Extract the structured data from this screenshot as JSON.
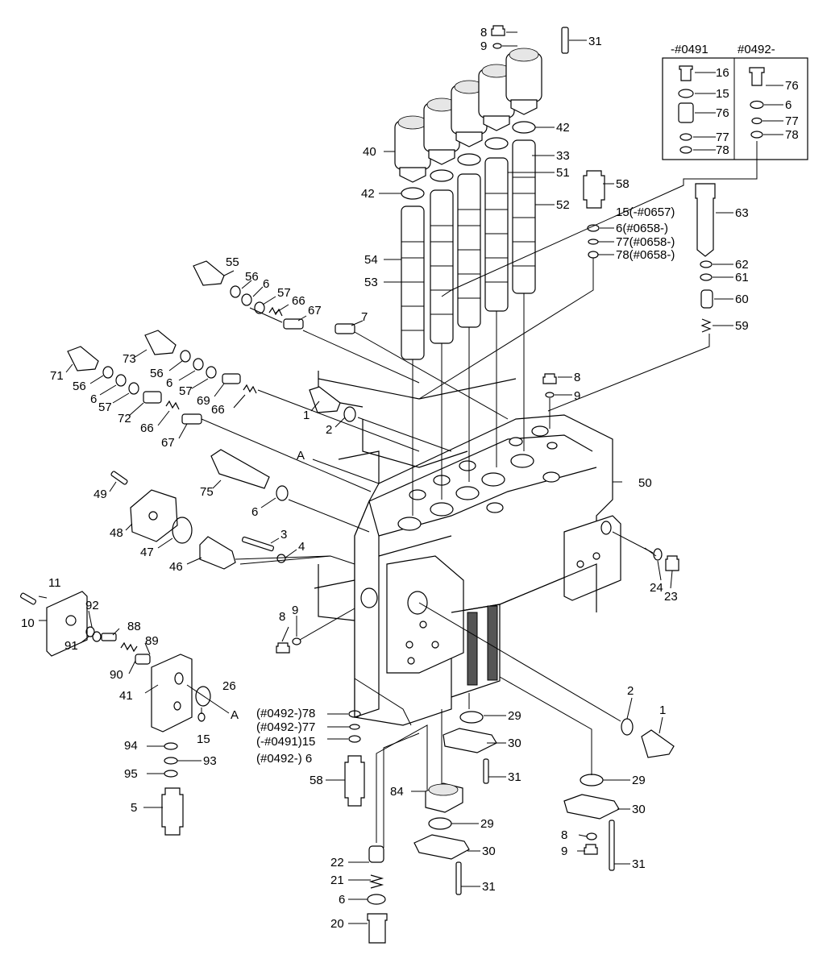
{
  "legend": {
    "col_left_header": "-#0491",
    "col_right_header": "#0492-",
    "left_items": [
      "16",
      "15",
      "76",
      "77",
      "78"
    ],
    "right_items": [
      "76",
      "6",
      "77",
      "78"
    ]
  },
  "callouts": [
    {
      "id": "c8a",
      "text": "8"
    },
    {
      "id": "c9a",
      "text": "9"
    },
    {
      "id": "c31a",
      "text": "31"
    },
    {
      "id": "c42a",
      "text": "42"
    },
    {
      "id": "c40",
      "text": "40"
    },
    {
      "id": "c33",
      "text": "33"
    },
    {
      "id": "c42b",
      "text": "42"
    },
    {
      "id": "c51",
      "text": "51"
    },
    {
      "id": "c52",
      "text": "52"
    },
    {
      "id": "c58a",
      "text": "58"
    },
    {
      "id": "c15a",
      "text": "15(-#0657)"
    },
    {
      "id": "c6a",
      "text": "6(#0658-)"
    },
    {
      "id": "c77a",
      "text": "77(#0658-)"
    },
    {
      "id": "c78a",
      "text": "78(#0658-)"
    },
    {
      "id": "c63",
      "text": "63"
    },
    {
      "id": "c62",
      "text": "62"
    },
    {
      "id": "c61",
      "text": "61"
    },
    {
      "id": "c60",
      "text": "60"
    },
    {
      "id": "c59",
      "text": "59"
    },
    {
      "id": "c54",
      "text": "54"
    },
    {
      "id": "c53",
      "text": "53"
    },
    {
      "id": "c55",
      "text": "55"
    },
    {
      "id": "c56a",
      "text": "56"
    },
    {
      "id": "c6b",
      "text": "6"
    },
    {
      "id": "c57a",
      "text": "57"
    },
    {
      "id": "c66a",
      "text": "66"
    },
    {
      "id": "c67a",
      "text": "67"
    },
    {
      "id": "c7",
      "text": "7"
    },
    {
      "id": "c73",
      "text": "73"
    },
    {
      "id": "c56b",
      "text": "56"
    },
    {
      "id": "c6c",
      "text": "6"
    },
    {
      "id": "c57b",
      "text": "57"
    },
    {
      "id": "c69",
      "text": "69"
    },
    {
      "id": "c66b",
      "text": "66"
    },
    {
      "id": "c71",
      "text": "71"
    },
    {
      "id": "c56c",
      "text": "56"
    },
    {
      "id": "c6d",
      "text": "6"
    },
    {
      "id": "c57c",
      "text": "57"
    },
    {
      "id": "c72",
      "text": "72"
    },
    {
      "id": "c66c",
      "text": "66"
    },
    {
      "id": "c67b",
      "text": "67"
    },
    {
      "id": "c1a",
      "text": "1"
    },
    {
      "id": "c2a",
      "text": "2"
    },
    {
      "id": "c8b",
      "text": "8"
    },
    {
      "id": "c9b",
      "text": "9"
    },
    {
      "id": "cA1",
      "text": "A"
    },
    {
      "id": "c50",
      "text": "50"
    },
    {
      "id": "c49",
      "text": "49"
    },
    {
      "id": "c75",
      "text": "75"
    },
    {
      "id": "c6e",
      "text": "6"
    },
    {
      "id": "c48",
      "text": "48"
    },
    {
      "id": "c47",
      "text": "47"
    },
    {
      "id": "c3",
      "text": "3"
    },
    {
      "id": "c4",
      "text": "4"
    },
    {
      "id": "c46",
      "text": "46"
    },
    {
      "id": "c24",
      "text": "24"
    },
    {
      "id": "c23",
      "text": "23"
    },
    {
      "id": "c11",
      "text": "11"
    },
    {
      "id": "c92",
      "text": "92"
    },
    {
      "id": "c10",
      "text": "10"
    },
    {
      "id": "c91",
      "text": "91"
    },
    {
      "id": "c88",
      "text": "88"
    },
    {
      "id": "c8c",
      "text": "8"
    },
    {
      "id": "c9c",
      "text": "9"
    },
    {
      "id": "c89",
      "text": "89"
    },
    {
      "id": "c90",
      "text": "90"
    },
    {
      "id": "c41",
      "text": "41"
    },
    {
      "id": "c26",
      "text": "26"
    },
    {
      "id": "cA2",
      "text": "A"
    },
    {
      "id": "c15b",
      "text": "15"
    },
    {
      "id": "c94",
      "text": "94"
    },
    {
      "id": "c93",
      "text": "93"
    },
    {
      "id": "c95",
      "text": "95"
    },
    {
      "id": "c5",
      "text": "5"
    },
    {
      "id": "c78b",
      "text": "(#0492-)78"
    },
    {
      "id": "c77b",
      "text": "(#0492-)77"
    },
    {
      "id": "c15c",
      "text": "(-#0491)15"
    },
    {
      "id": "c6f",
      "text": "(#0492-)  6"
    },
    {
      "id": "c2b",
      "text": "2"
    },
    {
      "id": "c1b",
      "text": "1"
    },
    {
      "id": "c29a",
      "text": "29"
    },
    {
      "id": "c30a",
      "text": "30"
    },
    {
      "id": "c31b",
      "text": "31"
    },
    {
      "id": "c58b",
      "text": "58"
    },
    {
      "id": "c84",
      "text": "84"
    },
    {
      "id": "c29b",
      "text": "29"
    },
    {
      "id": "c30b",
      "text": "30"
    },
    {
      "id": "c29c",
      "text": "29"
    },
    {
      "id": "c30c",
      "text": "30"
    },
    {
      "id": "c8d",
      "text": "8"
    },
    {
      "id": "c9d",
      "text": "9"
    },
    {
      "id": "c31c",
      "text": "31"
    },
    {
      "id": "c31d",
      "text": "31"
    },
    {
      "id": "c22",
      "text": "22"
    },
    {
      "id": "c21",
      "text": "21"
    },
    {
      "id": "c6g",
      "text": "6"
    },
    {
      "id": "c20",
      "text": "20"
    }
  ]
}
